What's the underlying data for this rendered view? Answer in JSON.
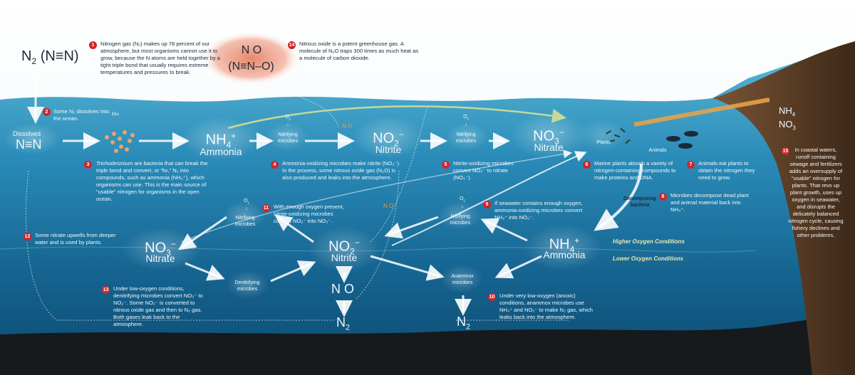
{
  "title_n2": "N",
  "n2_formula": "(N≡N)",
  "n2o_top": "N O",
  "n2o_structure": "(N≡N–O)",
  "notes": {
    "n1": "Nitrogen gas (N₂) makes up 78 percent of our atmosphere, but most organisms cannot use it to grow, because the N atoms are held together by a tight triple bond that usually requires extreme temperatures and pressures to break.",
    "n2": "Some N₂ dissolves into the ocean.",
    "n3_italic": "Trichodesmium",
    "n3": " are bacteria that can break the triple bond and convert, or “fix,” N₂ into compounds, such as ammonia (NH₄⁺), which organisms can use. This is the main source of “usable” nitrogen for organisms in the open ocean.",
    "n4": "Ammonia-oxidizing microbes make nitrite (NO₂⁻). In the process, some nitrous oxide gas (N₂O) is also produced and leaks into the atmosphere.",
    "n5": "Nitrite-oxidizing microbes convert NO₂⁻ to nitrate (NO₃⁻).",
    "n6": "Marine plants absorb a variety of nitrogen-containing compounds to make proteins and DNA.",
    "n7": "Animals eat plants to obtain the nitrogen they need to grow.",
    "n8": "Microbes decompose dead plant and animal material back into NH₄⁺.",
    "n9": "If seawater contains enough oxygen, ammonia-oxidizing microbes convert NH₄⁺ into NO₂⁻.",
    "n10": "Under very low-oxygen (anoxic) conditions, anammox microbes use NH₄⁺ and NO₂⁻ to make N₂ gas, which leaks back into the atmosphere.",
    "n11": "With enough oxygen present, nitrite-oxidizing microbes convert NO₂⁻ into NO₃⁻.",
    "n12": "Some nitrate upwells from deeper water and is used by plants.",
    "n13": "Under low-oxygen conditions, denitrifying microbes convert NO₃⁻ to NO₂⁻. Some NO₂⁻ is converted to nitrous oxide gas and then to N₂ gas. Both gases leak back to the atmosphere.",
    "n14": "Nitrous oxide is a potent greenhouse gas. A molecule of N₂O traps 300 times as much heat as a molecule of carbon dioxide.",
    "n15": "In coastal waters, runoff containing sewage and fertilizers adds an oversupply of “usable” nitrogen for plants. That revs up plant growth, uses up oxygen in seawater, and disrupts the delicately balanced nitrogen cycle, causing fishery declines and other problems."
  },
  "labels": {
    "dissolved": "Dissolved",
    "nn": "N≡N",
    "hplus": "H+",
    "nh4": "NH",
    "ammonia": "Ammonia",
    "no2": "NO",
    "nitrite": "Nitrite",
    "no3": "NO",
    "nitrate": "Nitrate",
    "plants": "Plants",
    "animals": "Animals",
    "o2": "O",
    "nitrifying_microbes": "Nitrifying microbes",
    "denitrifying_microbes": "Denitrifying microbes",
    "anammox_microbes": "Anammox microbes",
    "n2o_small": "N O",
    "n2": "N",
    "decomposing": "Decomposing bacteria",
    "higher_o2": "Higher Oxygen Conditions",
    "lower_o2": "Lower Oxygen Conditions",
    "coast_nh4": "NH",
    "coast_no3": "NO"
  },
  "numbers": [
    "1",
    "2",
    "3",
    "4",
    "5",
    "6",
    "7",
    "8",
    "9",
    "10",
    "11",
    "12",
    "13",
    "14",
    "15"
  ],
  "colors": {
    "sky": "#ffffff",
    "water_top": "#3fa3c7",
    "water_deep": "#0c4f74",
    "seafloor": "#1a1d20",
    "land": "#5b3a23",
    "badge": "#d1242a",
    "n2o_cloud": "#e07a5f",
    "arrow_gold": "#e4b24a"
  }
}
